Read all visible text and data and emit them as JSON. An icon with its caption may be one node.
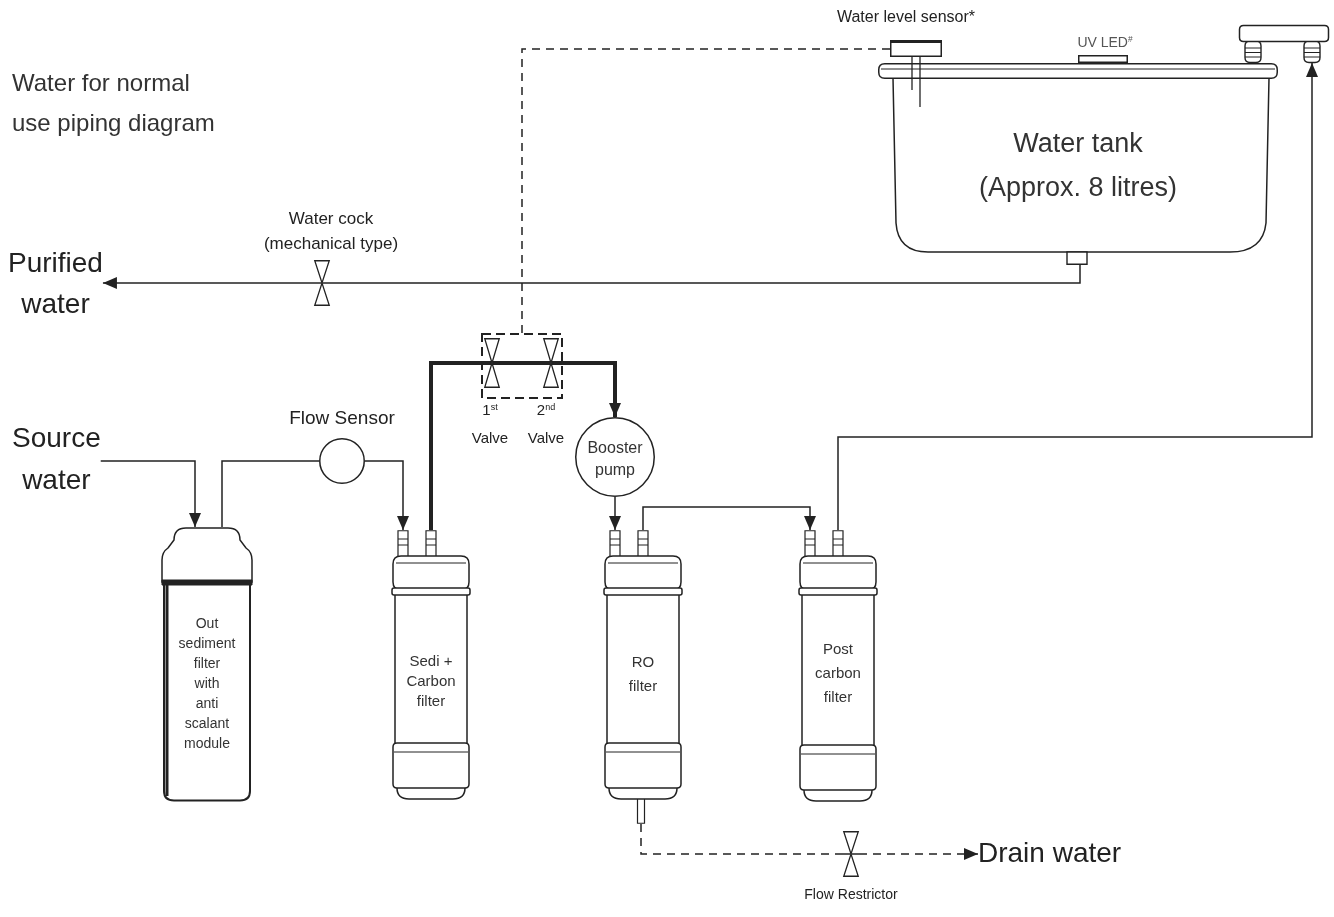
{
  "diagram": {
    "title": "Water for normal use piping diagram",
    "nodes": [
      {
        "text": [],
        "shape": "box",
        "beside": [
          "Water level sensor*"
        ]
      },
      {
        "text": [],
        "shape": "box",
        "beside": [
          "UV LED$^{#}$"
        ]
      },
      {
        "text": [],
        "shape": "picture"
      },
      {
        "text": [
          "Water tank",
          "(Approx. 8 litres)"
        ]
      },
      {
        "text": [],
        "shape": "valve",
        "beside": [
          "Water cock (mechanical type)"
        ]
      },
      {
        "text": [
          "Purified water"
        ]
      },
      {
        "text": [],
        "shape": "box"
      },
      {
        "text": [],
        "shape": "valve",
        "beside": [
          "1$^{st}$ Valve"
        ],
        "in": 6
      },
      {
        "text": [],
        "shape": "valve",
        "beside": [
          "2$^{nd}$ Valve"
        ],
        "in": 6
      },
      {
        "text": [
          "Source water"
        ]
      },
      {
        "text": [],
        "shape": "circle",
        "beside": [
          "Flow Sensor"
        ]
      },
      {
        "text": [
          "Booster pump"
        ]
      },
      {
        "text": [
          "Out sediment filter with anti scalant module"
        ]
      },
      {
        "text": [
          "Sedi + Carbon filter"
        ]
      },
      {
        "text": [
          "RO filter"
        ]
      },
      {
        "text": [
          "Post carbon filter"
        ]
      },
      {
        "text": [],
        "shape": "valve",
        "beside": [
          "Flow Restrictor"
        ]
      },
      {
        "text": [
          "Drain water"
        ]
      }
    ],
    "edges": [
      {
        "from": 9,
        "to": 12,
        "arrow": "to"
      },
      {
        "from": 12,
        "to": 10,
        "arrow": "none"
      },
      {
        "from": 10,
        "to": 13,
        "arrow": "to"
      },
      {
        "from": 13,
        "to": 7,
        "arrow": "none",
        "style": "thick"
      },
      {
        "from": 7,
        "to": 8,
        "arrow": "none",
        "style": "thick"
      },
      {
        "from": 8,
        "to": 11,
        "arrow": "to",
        "style": "thick"
      },
      {
        "from": 11,
        "to": 14,
        "arrow": "to"
      },
      {
        "from": 14,
        "to": 15,
        "arrow": "to"
      },
      {
        "from": 15,
        "to": 2,
        "arrow": "to"
      },
      {
        "from": 3,
        "to": 4,
        "arrow": "none"
      },
      {
        "from": 4,
        "to": 5,
        "arrow": "to"
      },
      {
        "from": 0,
        "to": 6,
        "arrow": "none",
        "style": "dashed"
      },
      {
        "from": 14,
        "to": 16,
        "arrow": "none",
        "style": "dashed"
      },
      {
        "from": 16,
        "to": 17,
        "arrow": "to",
        "style": "dashed"
      }
    ]
  }
}
